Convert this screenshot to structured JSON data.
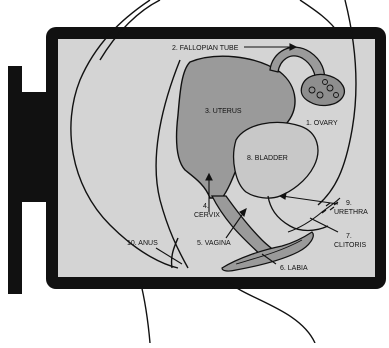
{
  "labels": {
    "fallopian_tube": "2. FALLOPIAN TUBE",
    "uterus": "3. UTERUS",
    "ovary": "1. OVARY",
    "bladder": "8. BLADDER",
    "cervix_num": "4.",
    "cervix": "CERVIX",
    "urethra_num": "9.",
    "urethra": "URETHRA",
    "clitoris_num": "7.",
    "clitoris": "CLITORIS",
    "anus": "10. ANUS",
    "vagina": "5. VAGINA",
    "labia": "6. LABIA"
  },
  "colors": {
    "frame": "#111111",
    "screen": "#d4d4d4",
    "organ": "#9a9a9a",
    "bladder": "#c8c8c8",
    "line": "#111111"
  }
}
